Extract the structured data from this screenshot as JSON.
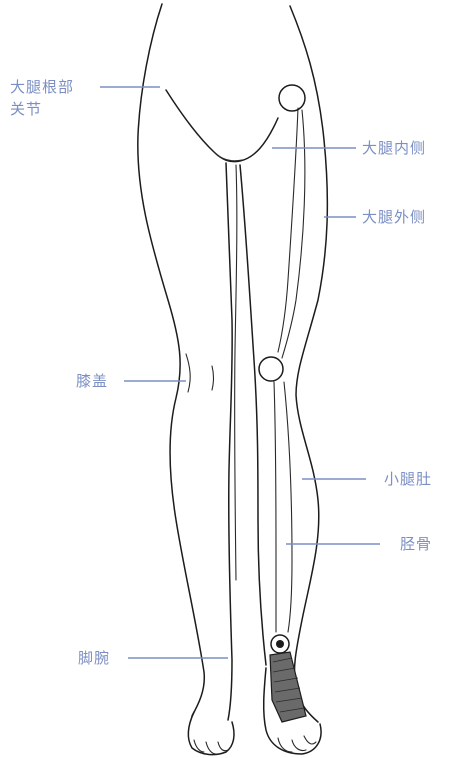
{
  "labels": {
    "thigh_root_joint_line1": "大腿根部",
    "thigh_root_joint_line2": "关节",
    "inner_thigh": "大腿内侧",
    "outer_thigh": "大腿外侧",
    "knee": "膝盖",
    "calf": "小腿肚",
    "shin_bone": "胫骨",
    "ankle": "脚腕"
  },
  "colors": {
    "label_text": "#7b8fc4",
    "leader_line": "#7b8fc4",
    "sketch_line": "#1c1c1c",
    "background": "#ffffff"
  }
}
